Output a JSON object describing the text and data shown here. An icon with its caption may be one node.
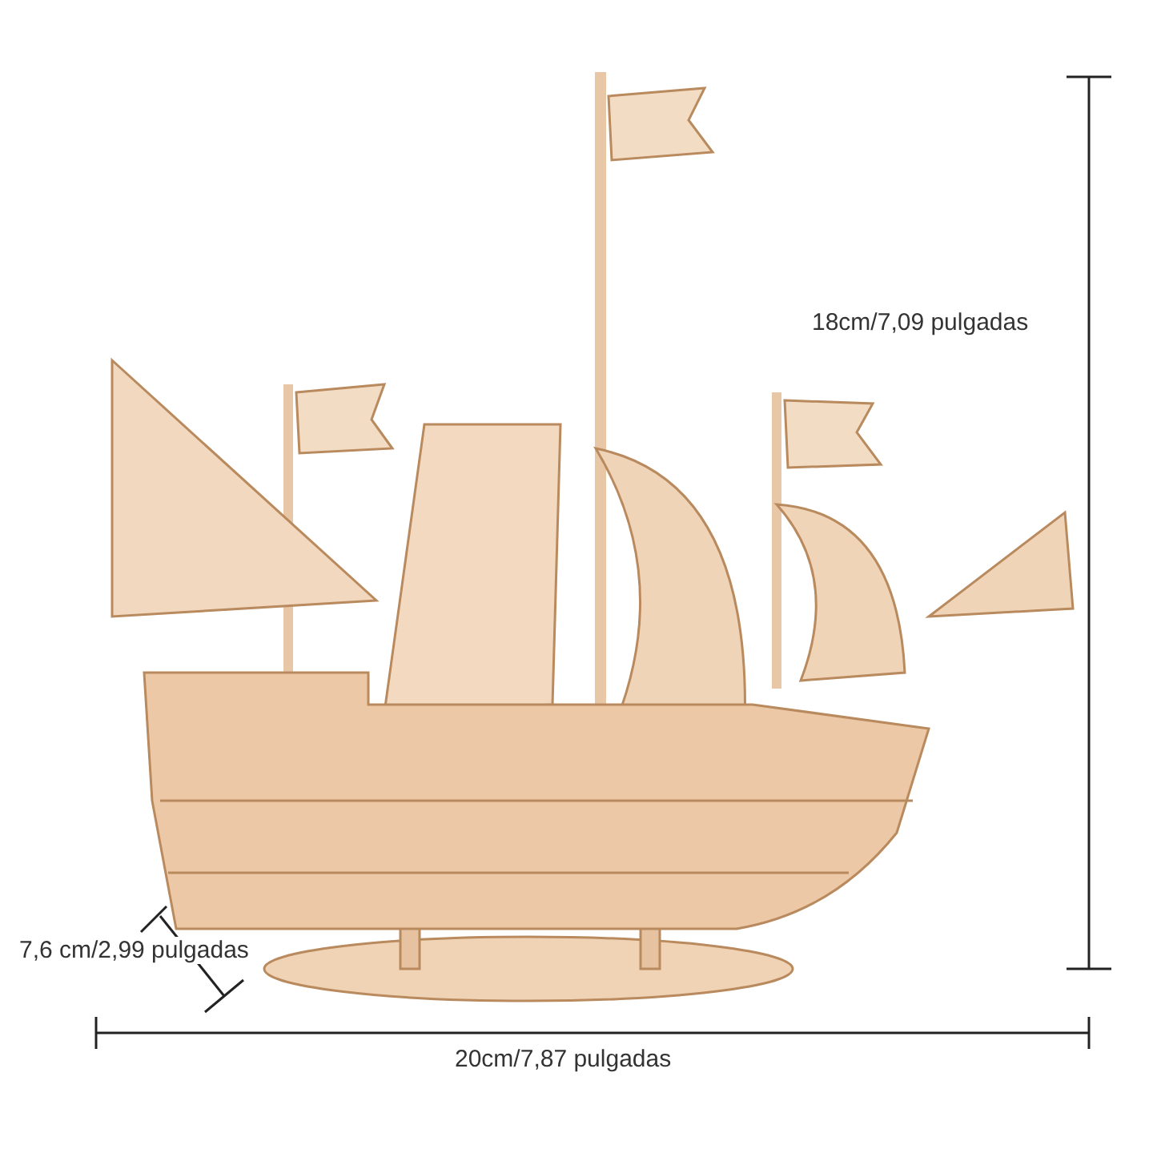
{
  "diagram": {
    "labels": [
      "18cm/7,09 pulgadas",
      "7,6 cm/2,99 pulgadas",
      "20cm/7,87 pulgadas"
    ]
  }
}
